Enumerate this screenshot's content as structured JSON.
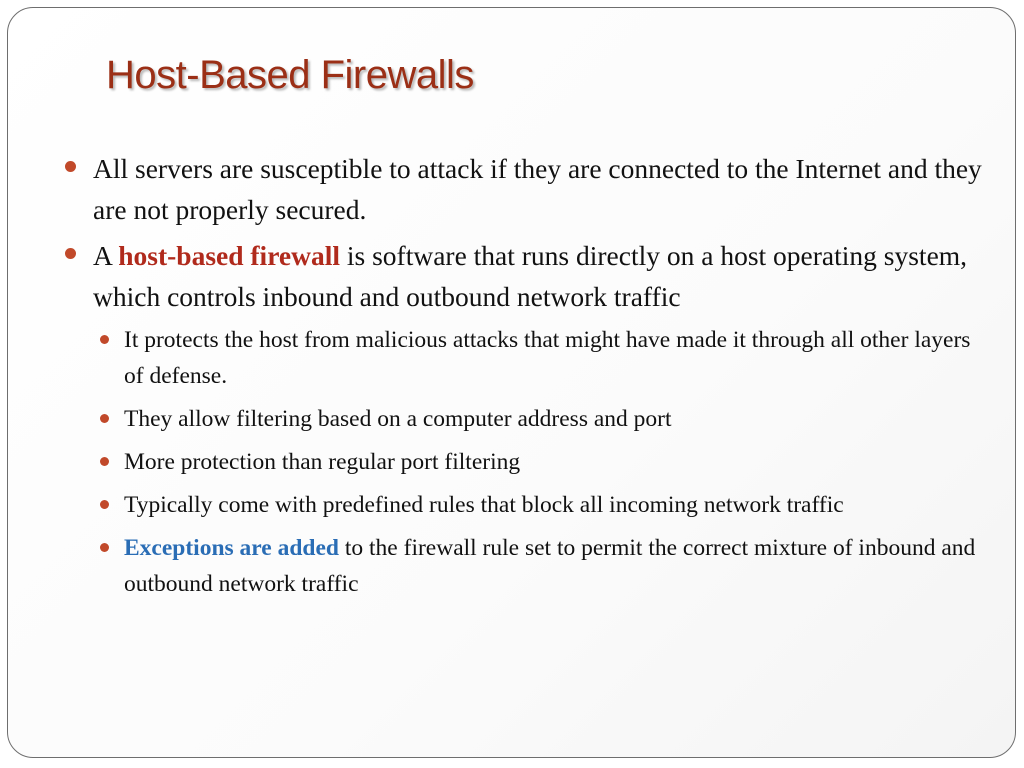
{
  "slide": {
    "title": "Host-Based Firewalls",
    "colors": {
      "title": "#9b2f16",
      "bullet": "#c1492a",
      "highlight_red": "#b02a1c",
      "highlight_blue": "#2a6db5",
      "text": "#111111"
    },
    "bullets": [
      {
        "text": "All servers are susceptible to attack if they are connected to the Internet and they are not properly secured."
      },
      {
        "pre": "A ",
        "highlight": "host-based firewall",
        "post": " is software that runs directly on a host operating system, which controls inbound and outbound network traffic"
      }
    ],
    "sub_bullets": [
      {
        "text": "It protects the host from malicious attacks that might have made it through all other layers of defense."
      },
      {
        "text": "They allow filtering based on a computer address and port"
      },
      {
        "text": "More protection than regular port filtering"
      },
      {
        "text": "Typically come with predefined rules that block all incoming network traffic"
      },
      {
        "highlight": "Exceptions are added",
        "post": " to the firewall rule set to permit the correct mixture of inbound and outbound network traffic"
      }
    ]
  }
}
